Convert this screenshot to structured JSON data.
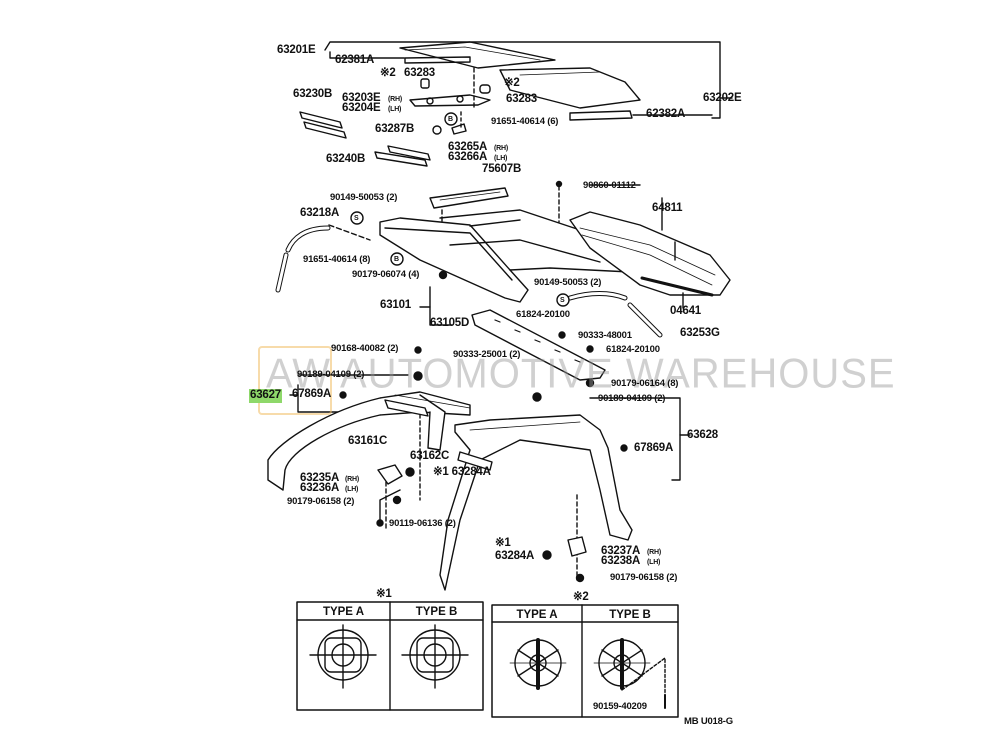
{
  "diagram": {
    "code": "MB U018-G",
    "highlighted_part": "63627",
    "highlight_color": "#8ed86a",
    "watermark": {
      "text": "AUTOMOTIVE WAREHOUSE",
      "logo": "AW"
    },
    "labels": {
      "p63201E": "63201E",
      "p62381A": "62381A",
      "note2a": "※2",
      "p63283a": "63283",
      "note2b": "※2",
      "p63283b": "63283",
      "p63202E": "63202E",
      "p62382A": "62382A",
      "p63230B": "63230B",
      "p63203E": "63203E",
      "p63204E": "63204E",
      "rh1": "(RH)",
      "lh1": "(LH)",
      "p63287B": "63287B",
      "p91651a": "91651-40614 (6)",
      "p63265A": "63265A",
      "p63266A": "63266A",
      "rh2": "(RH)",
      "lh2": "(LH)",
      "p63240B": "63240B",
      "p75607B": "75607B",
      "p90860": "90860-01112",
      "p90149a": "90149-50053 (2)",
      "p63218A": "63218A",
      "p64811": "64811",
      "p91651b": "91651-40614 (8)",
      "p90179a": "90179-06074 (4)",
      "p90149b": "90149-50053 (2)",
      "p04641": "04641",
      "p63101": "63101",
      "p63105D": "63105D",
      "p61824a": "61824-20100",
      "p90333a": "90333-48001",
      "p63253G": "63253G",
      "p90168": "90168-40082 (2)",
      "p90333b": "90333-25001 (2)",
      "p61824b": "61824-20100",
      "p90189a": "90189-04109 (2)",
      "p63627": "63627",
      "p67869a": "67869A",
      "p90179b": "90179-06164 (8)",
      "p90189b": "90189-04109 (2)",
      "p63628": "63628",
      "p63161C": "63161C",
      "p67869b": "67869A",
      "p63162C": "63162C",
      "p63284a": "※1 63284A",
      "p63235A": "63235A",
      "p63236A": "63236A",
      "rh3": "(RH)",
      "lh3": "(LH)",
      "p90179c": "90179-06158 (2)",
      "p90119": "90119-06136 (2)",
      "note1": "※1",
      "p63284b": "63284A",
      "p63237A": "63237A",
      "p63238A": "63238A",
      "rh4": "(RH)",
      "lh4": "(LH)",
      "p90179d": "90179-06158 (2)",
      "circle_s": "S",
      "circle_b": "B"
    },
    "detail_boxes": [
      {
        "title": "※1",
        "type_a": "TYPE A",
        "type_b": "TYPE B"
      },
      {
        "title": "※2",
        "type_a": "TYPE A",
        "type_b": "TYPE B",
        "part": "90159-40209"
      }
    ]
  }
}
